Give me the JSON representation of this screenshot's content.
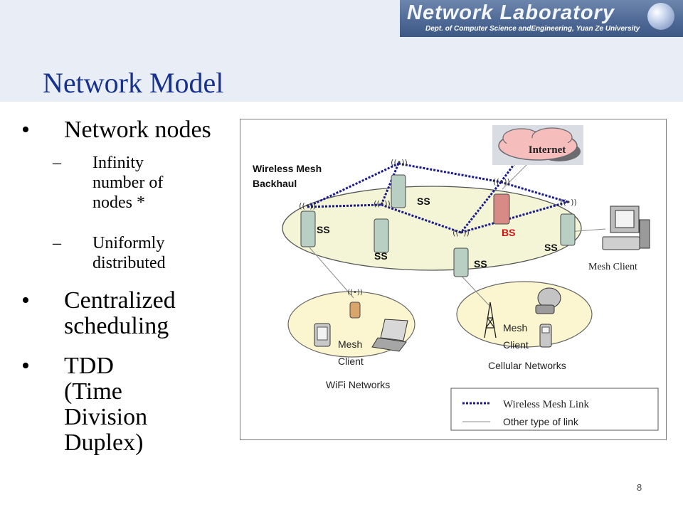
{
  "header": {
    "logo_title": "Network Laboratory",
    "logo_subtitle": "Dept. of Computer Science andEngineering, Yuan Ze University",
    "slide_title": "Network Model"
  },
  "bullets": [
    {
      "text": "Network nodes",
      "sub": [
        "Infinity number of nodes *",
        "Uniformly distributed"
      ]
    },
    {
      "text": "Centralized scheduling",
      "sub": []
    },
    {
      "text": "TDD (Time Division Duplex)",
      "sub": []
    }
  ],
  "diagram": {
    "backhaul_label_1": "Wireless Mesh",
    "backhaul_label_2": "Backhaul",
    "internet_label": "Internet",
    "ss_label": "SS",
    "bs_label": "BS",
    "mesh_client_label": "Mesh Client",
    "mesh_label": "Mesh",
    "client_label": "Client",
    "wifi_label": "WiFi Networks",
    "cellular_label": "Cellular Networks",
    "legend": {
      "mesh_link": "Wireless Mesh Link",
      "other_link": "Other type of link"
    },
    "colors": {
      "mesh_link": "#1a1a8c",
      "bs_label": "#d21010",
      "node_fill": "#b9cfc4",
      "bs_fill": "#d88a86",
      "backhaul_fill": "#f3f5d6",
      "network_fill": "#fbf6cf"
    }
  },
  "footer": {
    "page_number": "8"
  }
}
